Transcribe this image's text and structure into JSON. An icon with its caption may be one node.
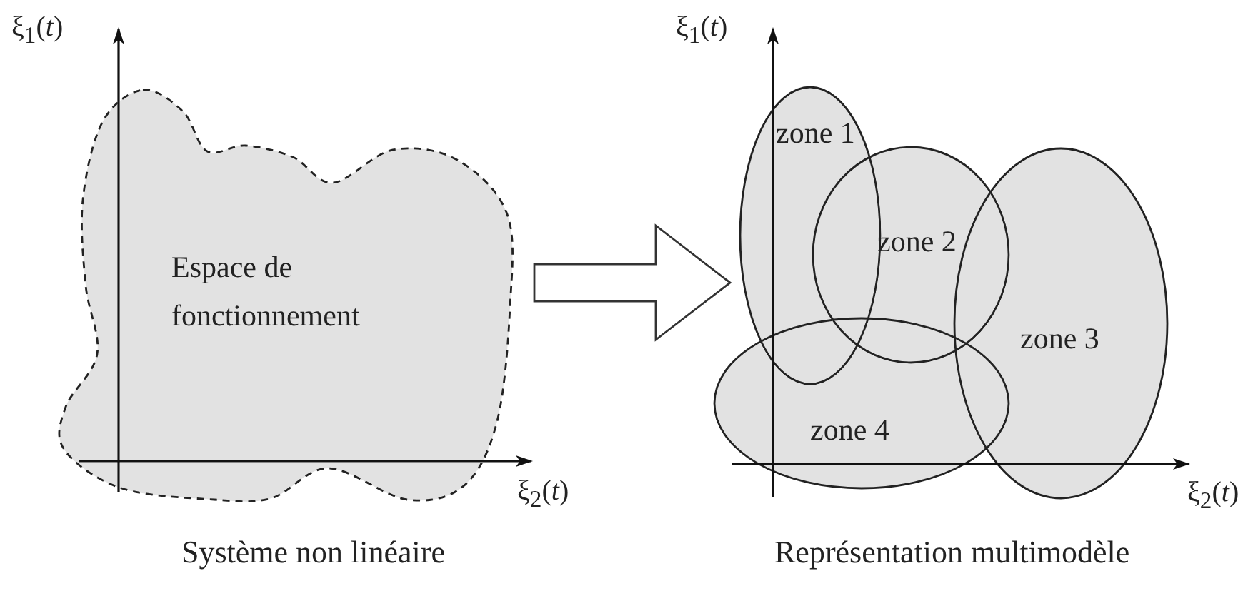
{
  "diagram": {
    "nodes": [
      {
        "text": [
          "Espace de fonctionnement"
        ]
      },
      {
        "text": [
          "zone 1"
        ]
      },
      {
        "text": [
          "zone 2"
        ]
      },
      {
        "text": [
          "zone 3"
        ]
      },
      {
        "text": [
          "zone 4"
        ]
      }
    ],
    "edges": [
      {
        "from": 0,
        "to": 1,
        "arrow": "to"
      }
    ],
    "labels": [
      "ξ$_{1}$(*t*)",
      "ξ$_{1}$(*t*)",
      "ξ$_{2}$(*t*)",
      "ξ$_{2}$(*t*)",
      "Système non linéaire",
      "Représentation multimodèle"
    ]
  }
}
